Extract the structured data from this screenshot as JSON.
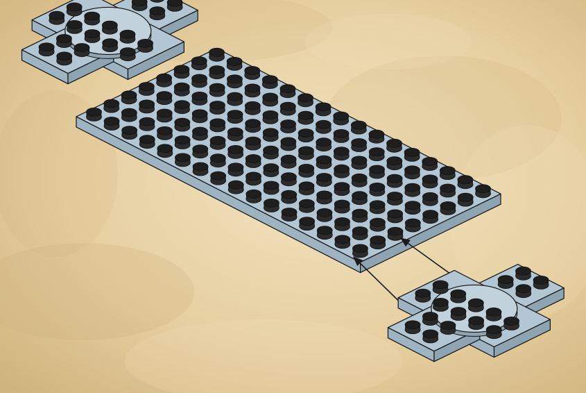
{
  "diagram": {
    "kind": "brick-building-instruction-step",
    "background": {
      "description_color_light": "#f3e3c0",
      "description_color_mid": "#e6cfa0",
      "description_color_dark": "#cdb07a"
    },
    "palette": {
      "plate_top": "#b3c6d3",
      "plate_left": "#9fb4c2",
      "plate_right": "#8ea4b3",
      "stud_top": "#1e1e1e",
      "stud_side": "#2b2b2b",
      "outline": "#111111",
      "dome": "#c2d2dd",
      "arrow": "#1a1a1a"
    },
    "parts": [
      {
        "name": "wing-plate-top-left",
        "type": "wing-plate"
      },
      {
        "name": "base-plate-8x16",
        "type": "plate",
        "stud_columns": 8,
        "stud_rows": 16
      },
      {
        "name": "wing-plate-bottom-right",
        "type": "wing-plate"
      }
    ],
    "assembly_arrows": {
      "count": 2,
      "direction": "toward-base-plate"
    }
  }
}
